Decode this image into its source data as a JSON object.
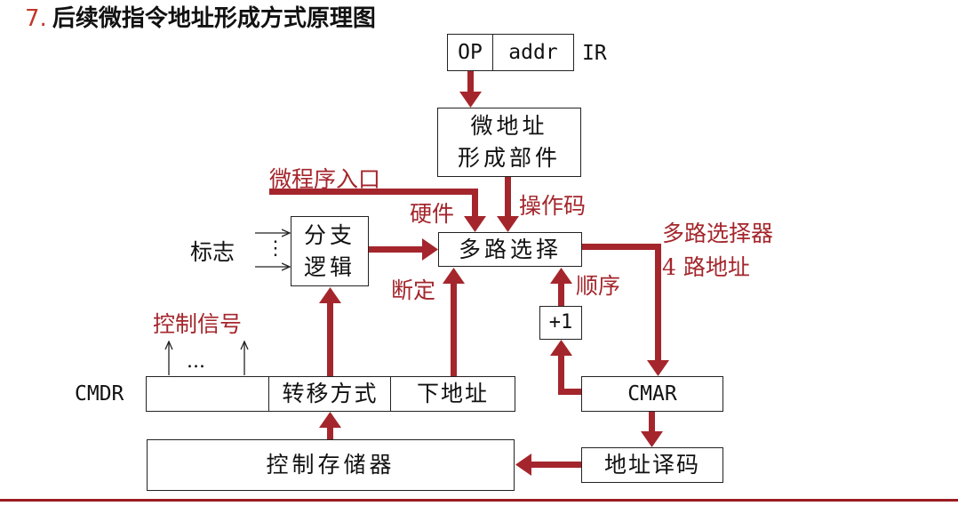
{
  "title": {
    "number": "7.",
    "text": "后续微指令地址形成方式原理图"
  },
  "ir": {
    "op": "OP",
    "addr": "addr",
    "label": "IR"
  },
  "micro_addr_unit": {
    "line1": "微地址",
    "line2": "形成部件"
  },
  "labels": {
    "program_entry": "微程序入口",
    "hardware": "硬件",
    "opcode": "操作码",
    "mux_title": "多路选择器",
    "mux_sub": "4 路地址",
    "sequential": "顺序",
    "judgment": "断定",
    "control_signals": "控制信号",
    "flags": "标志",
    "dots": "...",
    "vdots": "⋮"
  },
  "branch_logic": {
    "line1": "分支",
    "line2": "逻辑"
  },
  "mux": {
    "label": "多路选择"
  },
  "plus_one": {
    "label": "+1"
  },
  "cmdr": {
    "label": "CMDR",
    "field_transfer": "转移方式",
    "field_next_addr": "下地址"
  },
  "cmar": {
    "label": "CMAR"
  },
  "decoder": {
    "label": "地址译码"
  },
  "control_memory": {
    "label": "控制存储器"
  },
  "colors": {
    "accent": "#a4262c",
    "line": "#222222"
  }
}
